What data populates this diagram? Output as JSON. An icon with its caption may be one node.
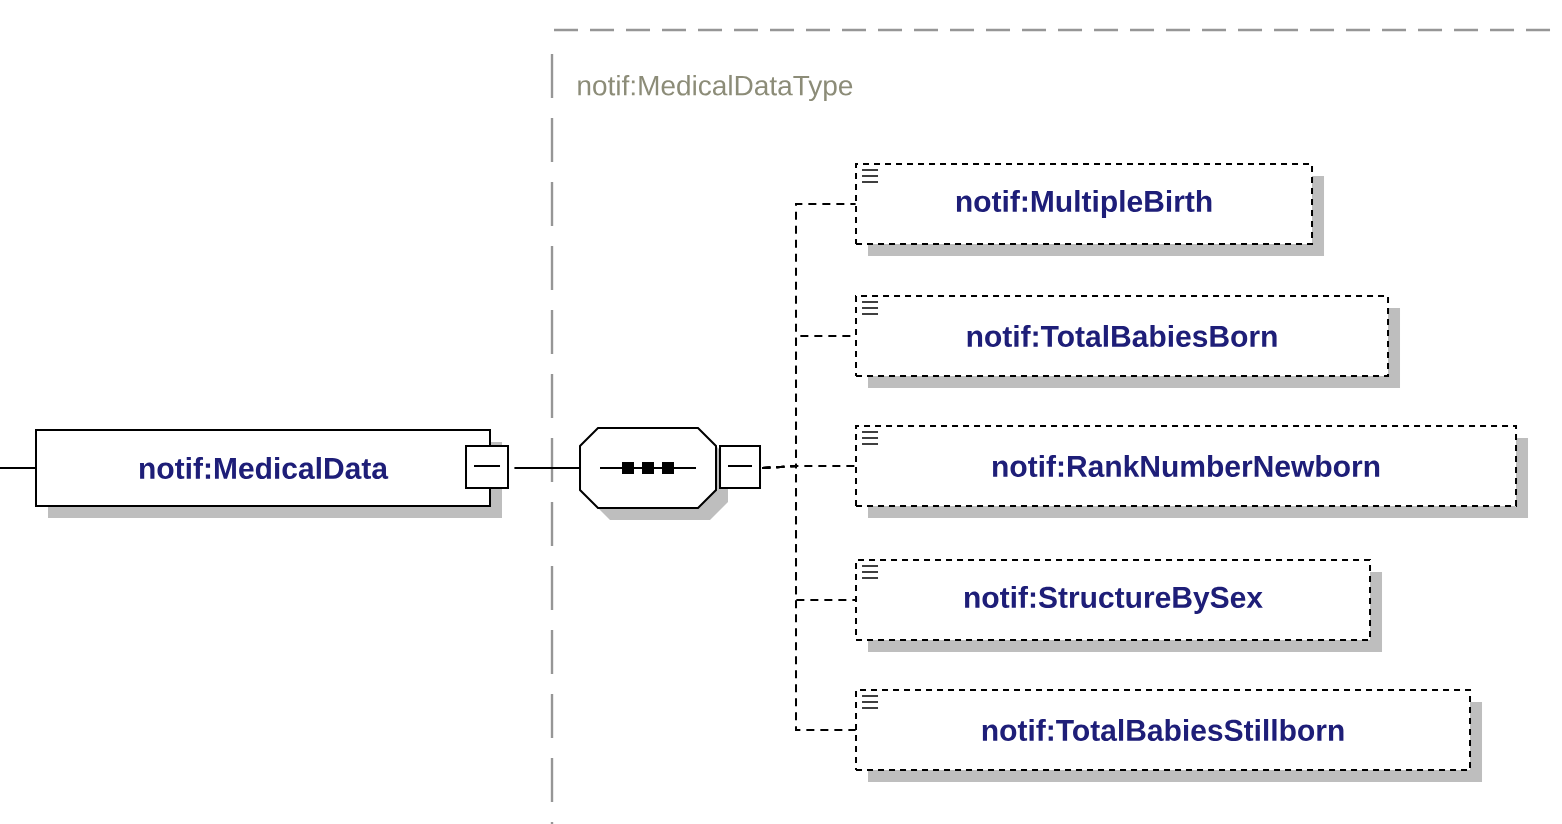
{
  "diagram": {
    "nodes": [
      {
        "text": [
          "notif:MedicalDataType"
        ]
      },
      {
        "text": [
          "notif:MedicalData"
        ]
      },
      {
        "text": [],
        "shape": "octagon",
        "in": 0
      },
      {
        "text": [
          "notif:MultipleBirth"
        ],
        "in": 0
      },
      {
        "text": [
          "notif:TotalBabiesBorn"
        ],
        "in": 0
      },
      {
        "text": [
          "notif:RankNumberNewborn"
        ],
        "in": 0
      },
      {
        "text": [
          "notif:StructureBySex"
        ],
        "in": 0
      },
      {
        "text": [
          "notif:TotalBabiesStillborn"
        ],
        "in": 0
      }
    ],
    "edges": [
      {
        "from": null,
        "to": 1,
        "arrow": "none"
      },
      {
        "from": 1,
        "to": 2,
        "arrow": "none"
      },
      {
        "from": 2,
        "to": 3,
        "arrow": "none",
        "style": "dashed"
      },
      {
        "from": 2,
        "to": 4,
        "arrow": "none",
        "style": "dashed"
      },
      {
        "from": 2,
        "to": 5,
        "arrow": "none",
        "style": "dashed"
      },
      {
        "from": 2,
        "to": 6,
        "arrow": "none",
        "style": "dashed"
      },
      {
        "from": 2,
        "to": 7,
        "arrow": "none",
        "style": "dashed"
      }
    ]
  }
}
